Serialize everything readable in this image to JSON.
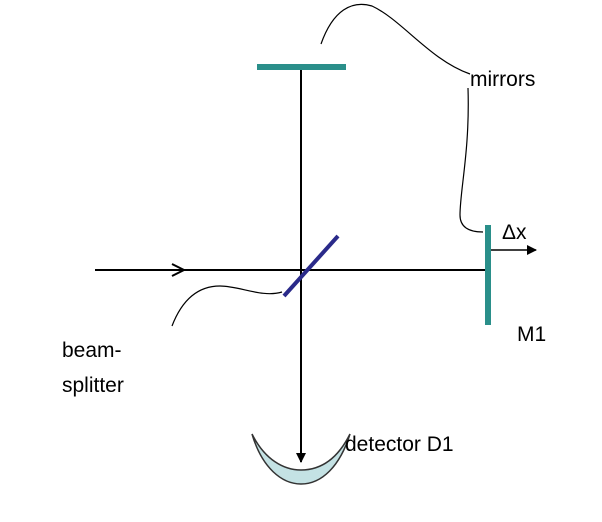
{
  "labels": {
    "mirrors": "mirrors",
    "delta_x": "Δx",
    "m1": "M1",
    "beam": "beam-",
    "splitter": "splitter",
    "detector": "detector D1"
  },
  "colors": {
    "mirror": "#2a8f8a",
    "beamsplitter": "#2a2a8a",
    "detector_fill": "#c4e2e4",
    "detector_stroke": "#333333",
    "lines": "#000000"
  }
}
